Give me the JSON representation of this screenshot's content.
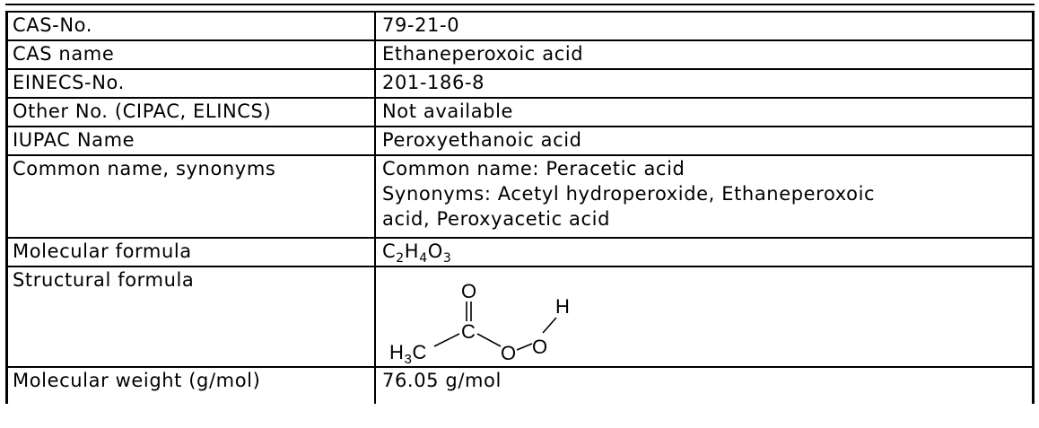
{
  "table": {
    "rows": [
      {
        "label": "CAS-No.",
        "value": "79-21-0"
      },
      {
        "label": "CAS name",
        "value": "Ethaneperoxoic acid"
      },
      {
        "label": "EINECS-No.",
        "value": "201-186-8"
      },
      {
        "label": "Other No. (CIPAC, ELINCS)",
        "value": "Not available"
      },
      {
        "label": "IUPAC Name",
        "value": "Peroxyethanoic acid"
      },
      {
        "label": "Common name, synonyms",
        "lines": [
          "Common name: Peracetic acid",
          "Synonyms: Acetyl hydroperoxide, Ethaneperoxoic",
          "acid, Peroxyacetic acid"
        ]
      },
      {
        "label": "Molecular formula",
        "formula": {
          "c": "C",
          "c_n": "2",
          "h": "H",
          "h_n": "4",
          "o": "O",
          "o_n": "3"
        }
      },
      {
        "label": "Structural formula",
        "structure": {
          "o_top": "O",
          "h_top": "H",
          "c_center": "C",
          "o_bridge": "O",
          "o_end": "O",
          "h3c": "H",
          "h3c_n": "3",
          "h3c_c": "C"
        }
      },
      {
        "label": "Molecular weight (g/mol)",
        "value": "76.05 g/mol"
      }
    ]
  }
}
